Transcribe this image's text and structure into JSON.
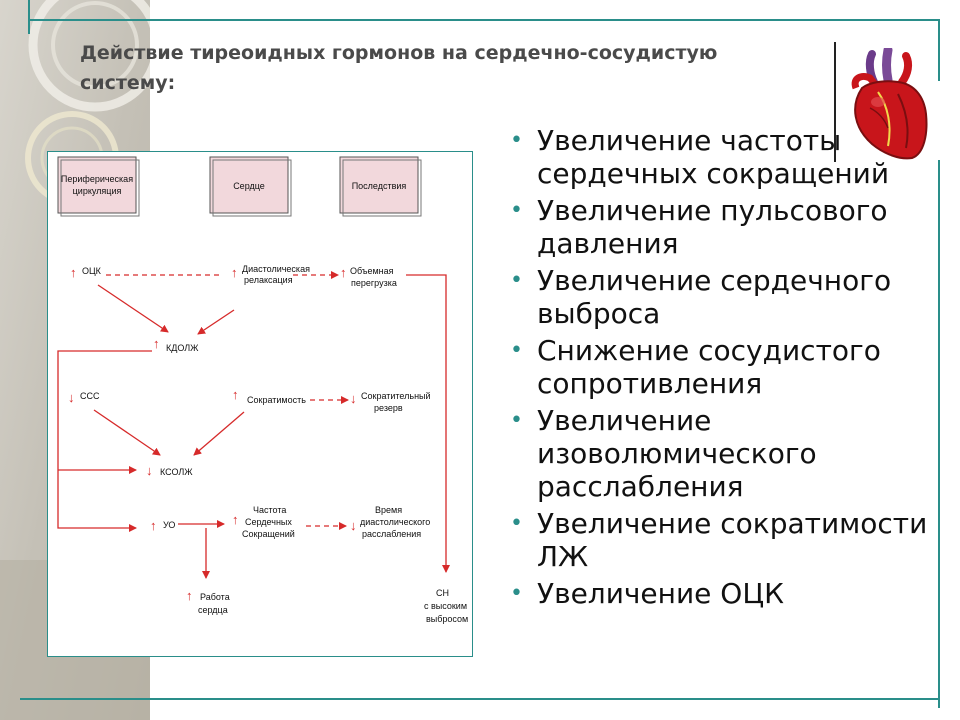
{
  "title": {
    "line1": "Действие тиреоидных гормонов на сердечно-сосудистую",
    "line2": "систему:"
  },
  "bullets": [
    "Увеличение частоты сердечных сокращений",
    "Увеличение пульсового давления",
    "Увеличение сердечного выброса",
    "Снижение сосудистого сопротивления",
    "Увеличение изоволюмического расслабления",
    "Увеличение сократимости ЛЖ",
    "Увеличение ОЦК"
  ],
  "diagram": {
    "headers": {
      "peripheral": [
        "Периферическая",
        "циркуляция"
      ],
      "heart": "Сердце",
      "consequences": "Последствия"
    },
    "nodes": {
      "otsk": "ОЦК",
      "diastolic": [
        "Диастолическая",
        "релаксация"
      ],
      "overload": [
        "Объемная",
        "перегрузка"
      ],
      "kdolzh": "КДОЛЖ",
      "sss": "ССС",
      "contractility": "Сократимость",
      "reserve": [
        "Сократительный",
        "резерв"
      ],
      "ksolzh": "КСОЛЖ",
      "uo": "УО",
      "hr": [
        "Частота",
        "Сердечных",
        "Сокращений"
      ],
      "diastole_time": [
        "Время",
        "диастолического",
        "расслабления"
      ],
      "heart_work": [
        "Работа",
        "сердца"
      ],
      "cn": [
        "СН",
        "с высоким",
        "выбросом"
      ]
    },
    "marks": {
      "up": "↑",
      "down": "↓"
    }
  },
  "colors": {
    "accent": "#2a8e8a",
    "arrow": "#d62a2a",
    "header_fill": "#f2d8dc",
    "heart": "#c8151b"
  }
}
